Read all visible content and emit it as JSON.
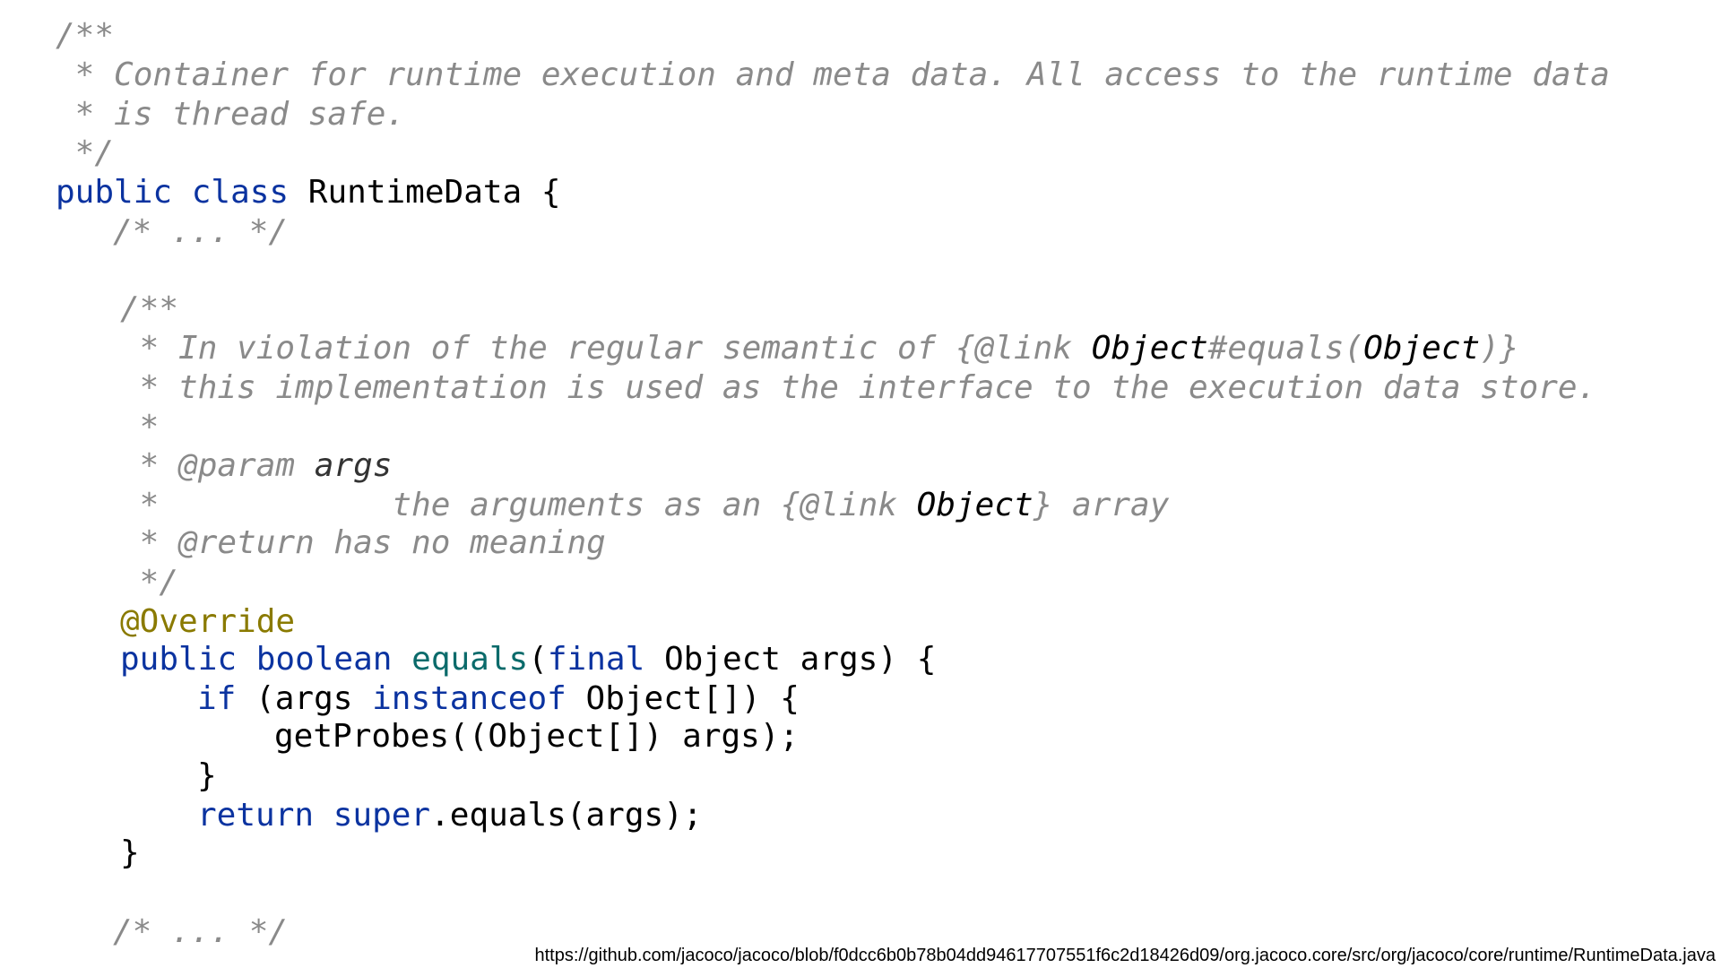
{
  "code": {
    "doc_open": "/**",
    "doc_line1": " * Container for runtime execution and meta data. All access to the runtime data",
    "doc_line2": " * is thread safe.",
    "doc_close": " */",
    "kw_public": "public",
    "kw_class": "class",
    "class_name": "RuntimeData",
    "open_brace": "{",
    "folded_top": "/* ... */",
    "m_doc_open": "/**",
    "m_doc1_a": " * In violation of the regular semantic of {@link ",
    "m_doc1_ref1": "Object",
    "m_doc1_b": "#equals(",
    "m_doc1_ref2": "Object",
    "m_doc1_c": ")}",
    "m_doc2": " * this implementation is used as the interface to the execution data store.",
    "m_doc3": " *",
    "m_doc4_a": " * @param ",
    "m_doc4_arg": "args",
    "m_doc5_a": " *            the arguments as an {@link ",
    "m_doc5_ref": "Object",
    "m_doc5_b": "} array",
    "m_doc6": " * @return has no meaning",
    "m_doc_close": " */",
    "annotation": "@Override",
    "kw_boolean": "boolean",
    "method_name": "equals",
    "paren_open": "(",
    "kw_final": "final",
    "param_decl": "Object args) {",
    "kw_if": "if",
    "if_a": "(args ",
    "kw_instanceof": "instanceof",
    "if_b": "Object[]) {",
    "call_line": "getProbes((Object[]) args);",
    "close_if": "}",
    "kw_return": "return",
    "kw_super": "super",
    "return_rest": ".equals(args);",
    "close_method": "}",
    "folded_bottom": "/* ... */"
  },
  "source_url": "https://github.com/jacoco/jacoco/blob/f0dcc6b0b78b04dd94617707551f6c2d18426d09/org.jacoco.core/src/org/jacoco/core/runtime/RuntimeData.java"
}
